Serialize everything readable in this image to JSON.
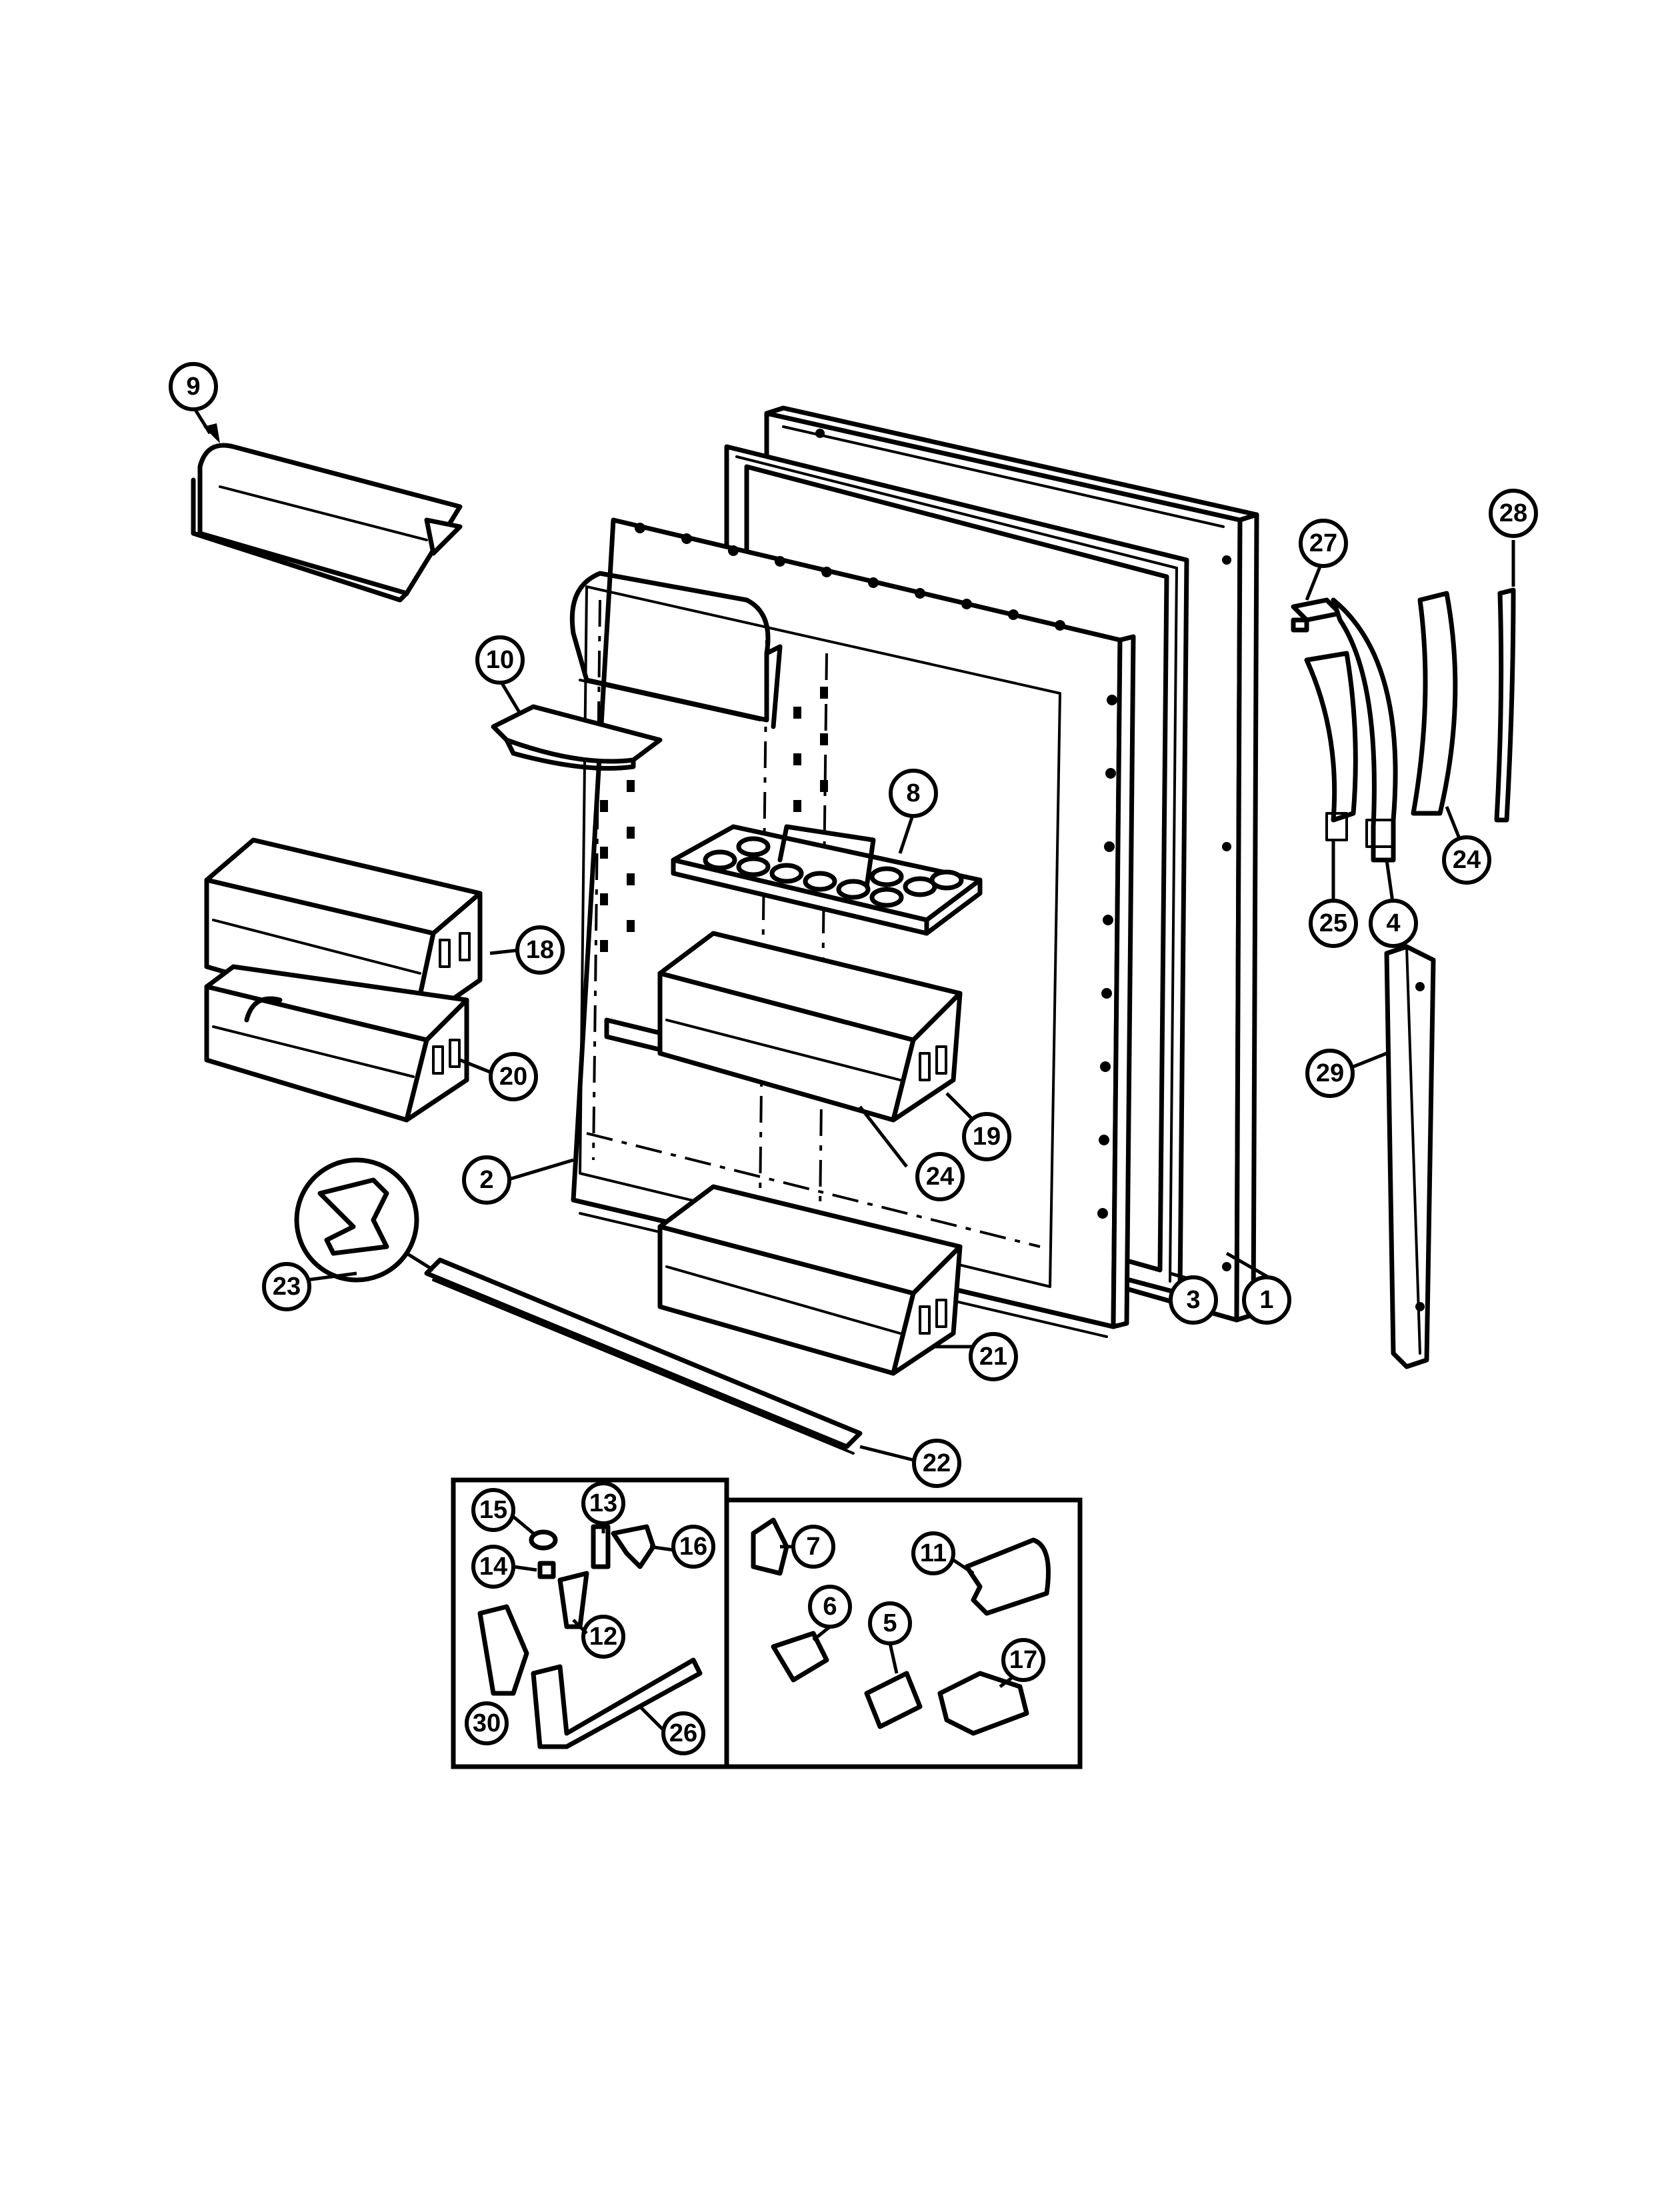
{
  "diagram": {
    "callouts": [
      {
        "id": "c9",
        "label": "9"
      },
      {
        "id": "c10",
        "label": "10"
      },
      {
        "id": "c8",
        "label": "8"
      },
      {
        "id": "c18",
        "label": "18"
      },
      {
        "id": "c20",
        "label": "20"
      },
      {
        "id": "c19",
        "label": "19"
      },
      {
        "id": "c2",
        "label": "2"
      },
      {
        "id": "c24a",
        "label": "24"
      },
      {
        "id": "c3",
        "label": "3"
      },
      {
        "id": "c1",
        "label": "1"
      },
      {
        "id": "c23",
        "label": "23"
      },
      {
        "id": "c21",
        "label": "21"
      },
      {
        "id": "c22",
        "label": "22"
      },
      {
        "id": "c27",
        "label": "27"
      },
      {
        "id": "c28",
        "label": "28"
      },
      {
        "id": "c24b",
        "label": "24"
      },
      {
        "id": "c25",
        "label": "25"
      },
      {
        "id": "c4",
        "label": "4"
      },
      {
        "id": "c29",
        "label": "29"
      },
      {
        "id": "c15",
        "label": "15"
      },
      {
        "id": "c13",
        "label": "13"
      },
      {
        "id": "c16",
        "label": "16"
      },
      {
        "id": "c14",
        "label": "14"
      },
      {
        "id": "c12",
        "label": "12"
      },
      {
        "id": "c30",
        "label": "30"
      },
      {
        "id": "c26",
        "label": "26"
      },
      {
        "id": "c7",
        "label": "7"
      },
      {
        "id": "c11",
        "label": "11"
      },
      {
        "id": "c6",
        "label": "6"
      },
      {
        "id": "c5",
        "label": "5"
      },
      {
        "id": "c17",
        "label": "17"
      }
    ]
  }
}
